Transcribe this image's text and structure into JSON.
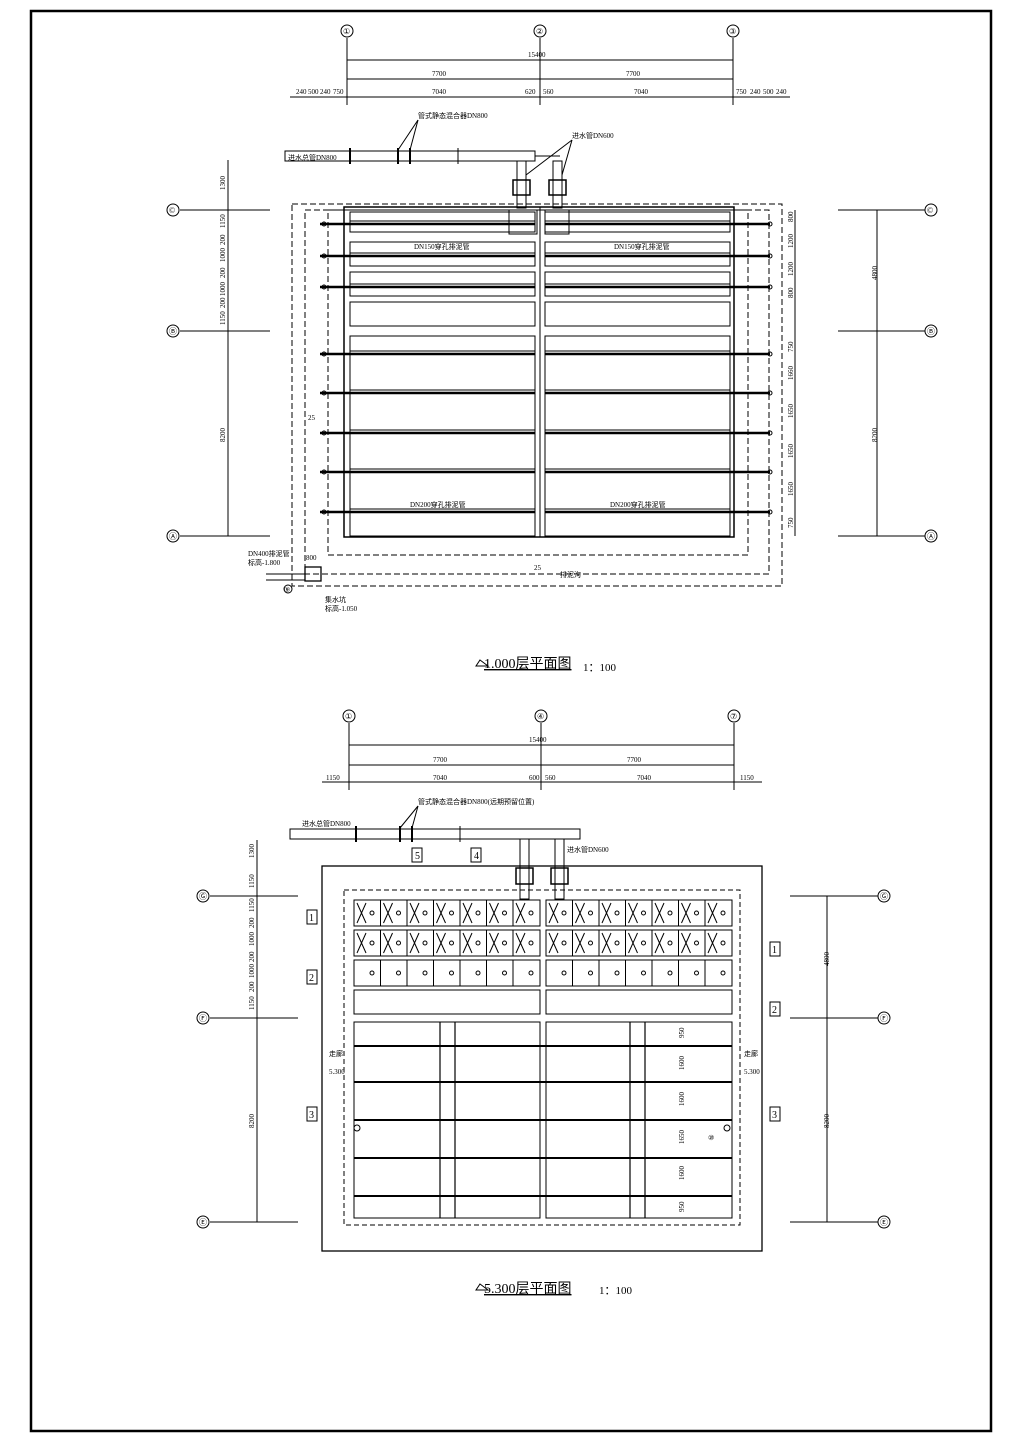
{
  "sheet": {
    "line_color": "#000000",
    "paper_color": "#ffffff"
  },
  "plan1": {
    "title": "1.000层平面图",
    "scale": "1：100",
    "grid_top": [
      "①",
      "②",
      "③"
    ],
    "grid_left": [
      "©",
      "Ⓑ",
      "Ⓐ"
    ],
    "dim_total": "15400",
    "dim_halves": [
      "7700",
      "7700"
    ],
    "dim_detail": [
      "240",
      "500",
      "240",
      "750",
      "7040",
      "620",
      "560",
      "7040",
      "750",
      "240",
      "500",
      "240"
    ],
    "dim_left": [
      "1300",
      "1150",
      "200",
      "1000",
      "200",
      "1000",
      "200",
      "1150",
      "8200"
    ],
    "dim_right_total": [
      "4800",
      "8200"
    ],
    "dim_right": [
      "800",
      "1200",
      "1200",
      "800",
      "750",
      "1660",
      "1650",
      "1650",
      "1650",
      "750"
    ],
    "labels": {
      "inlet_main": "进水总管DN800",
      "mixer": "管式静态混合器DN800",
      "inlet_branch": "进水管DN600",
      "perforated_top_left": "DN150穿孔排泥管",
      "perforated_top_right": "DN150穿孔排泥管",
      "perforated_bottom_left": "DN200穿孔排泥管",
      "perforated_bottom_right": "DN200穿孔排泥管",
      "drain_pipe": "DN400排泥管",
      "drain_elev": "标高-1.800",
      "sump": "集水坑",
      "sump_elev": "标高-1.050",
      "trench": "排泥沟",
      "slope_main": "25",
      "slope_side": "25",
      "sump_size": "800",
      "sump_mark": "⑨"
    }
  },
  "plan2": {
    "title": "5.300层平面图",
    "scale": "1：100",
    "grid_top": [
      "①",
      "④",
      "⑦"
    ],
    "grid_left": [
      "Ⓖ",
      "Ⓕ",
      "Ⓔ"
    ],
    "dim_total": "15400",
    "dim_halves": [
      "7700",
      "7700"
    ],
    "dim_detail": [
      "1150",
      "7040",
      "600",
      "560",
      "7040",
      "1150"
    ],
    "dim_left": [
      "1300",
      "1150",
      "1150",
      "200",
      "1000",
      "200",
      "1000",
      "200",
      "1150",
      "8200"
    ],
    "dim_right_total": [
      "4800",
      "8200"
    ],
    "dim_right": [
      "950",
      "1600",
      "1600",
      "1650",
      "1600",
      "950"
    ],
    "sections": [
      "1",
      "2",
      "3",
      "4",
      "5"
    ],
    "labels": {
      "inlet_main": "进水总管DN800",
      "mixer": "管式静态混合器DN800(远期预留位置)",
      "inlet_branch": "进水管DN600",
      "walkway_left": "走廊",
      "walkway_right": "走廊",
      "elev_left": "5.300",
      "elev_right": "5.300",
      "marker": "⑩"
    }
  }
}
